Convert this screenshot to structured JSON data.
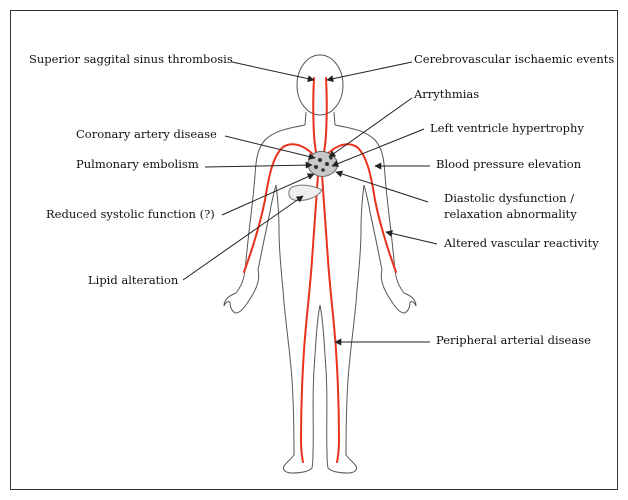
{
  "colors": {
    "frame": "#333333",
    "body_outline": "#555555",
    "vessel": "#e8321c",
    "heart": "#666666",
    "leader": "#222222"
  },
  "labels": {
    "superior_saggital": "Superior saggital sinus thrombosis",
    "cerebrovascular": "Cerebrovascular ischaemic events",
    "arrythmias": "Arrythmias",
    "coronary": "Coronary artery disease",
    "left_ventricle": "Left ventricle hypertrophy",
    "pulmonary": "Pulmonary embolism",
    "blood_pressure": "Blood pressure elevation",
    "diastolic_line1": "Diastolic dysfunction /",
    "diastolic_line2": "relaxation abnormality",
    "reduced_systolic": "Reduced systolic function (?)",
    "altered_vascular": "Altered vascular reactivity",
    "lipid": "Lipid alteration",
    "peripheral": "Peripheral arterial disease"
  }
}
